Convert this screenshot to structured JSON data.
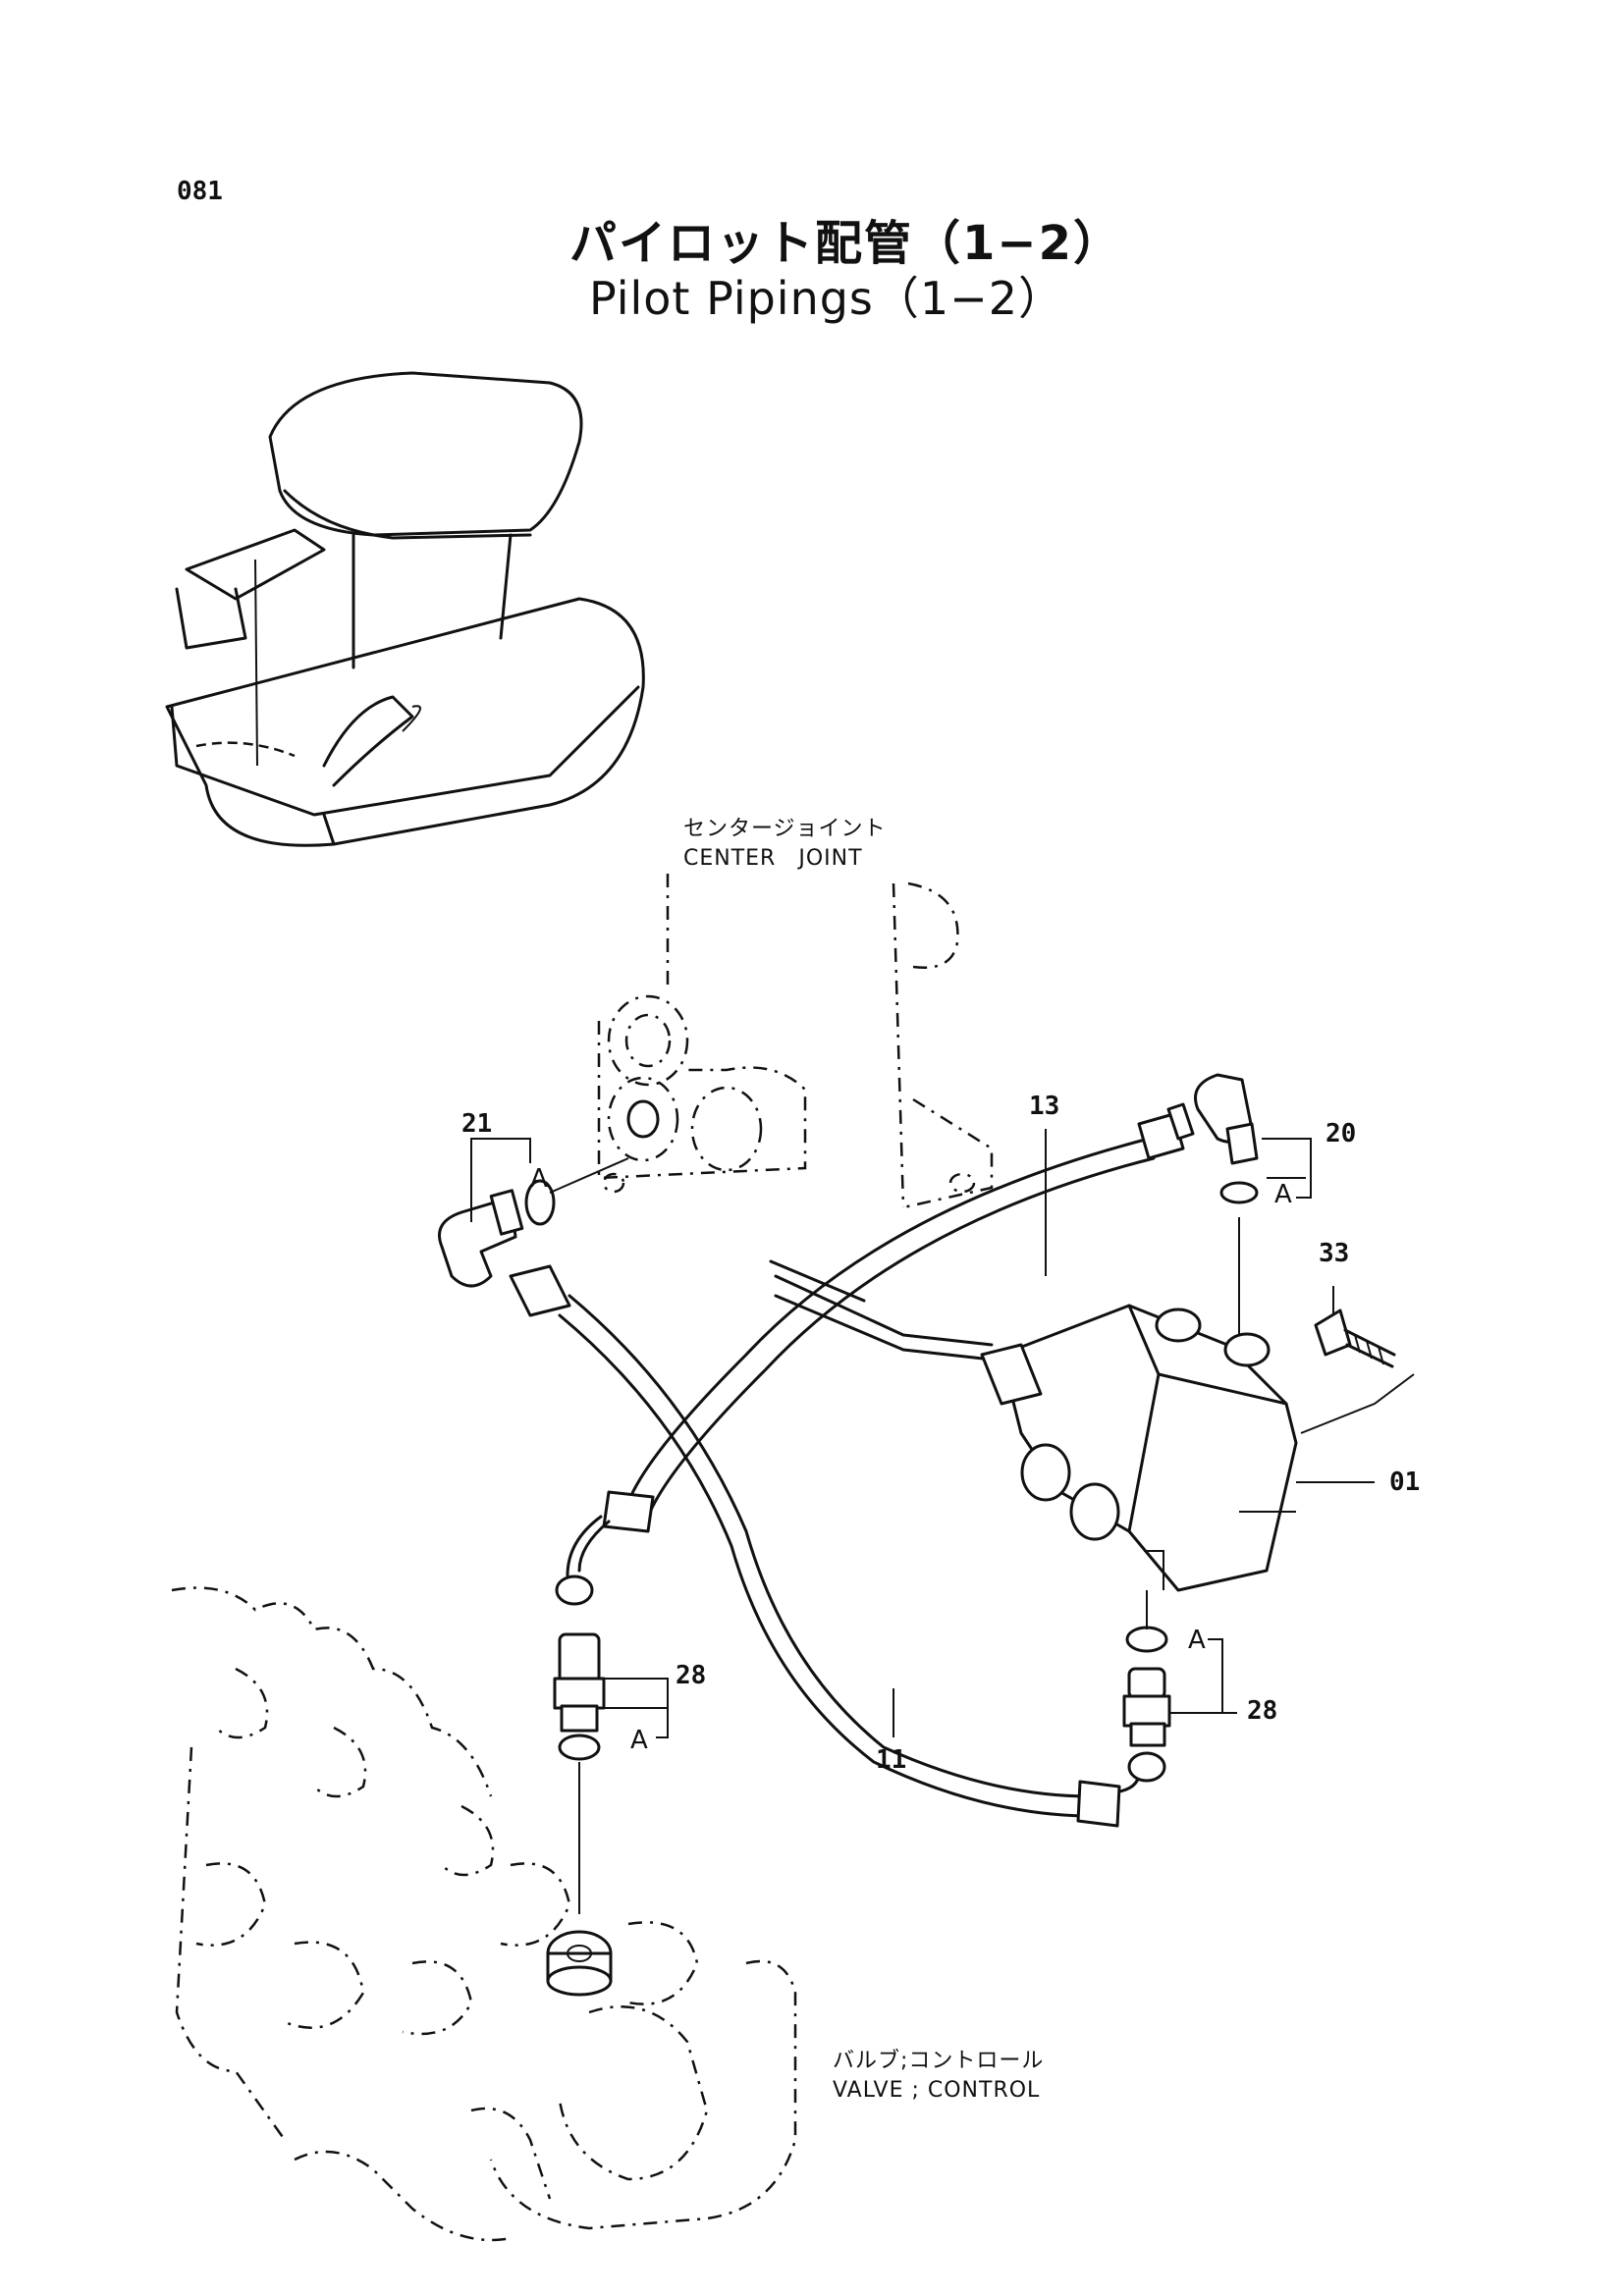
{
  "page_number": "081",
  "title": {
    "japanese": "パイロット配管（1−2）",
    "english": "Pilot Pipings（1−2）"
  },
  "components": {
    "center_joint": {
      "japanese": "センタージョイント",
      "english": "CENTER　JOINT"
    },
    "control_valve": {
      "japanese": "バルブ;コントロール",
      "english": "VALVE ; CONTROL"
    }
  },
  "callouts": {
    "p01": "01",
    "p11": "11",
    "p13": "13",
    "p20": "20",
    "p21": "21",
    "p28_left": "28",
    "p28_right": "28",
    "p33": "33"
  },
  "refs": {
    "a1": "A",
    "a2": "A",
    "a3": "A",
    "a4": "A"
  }
}
